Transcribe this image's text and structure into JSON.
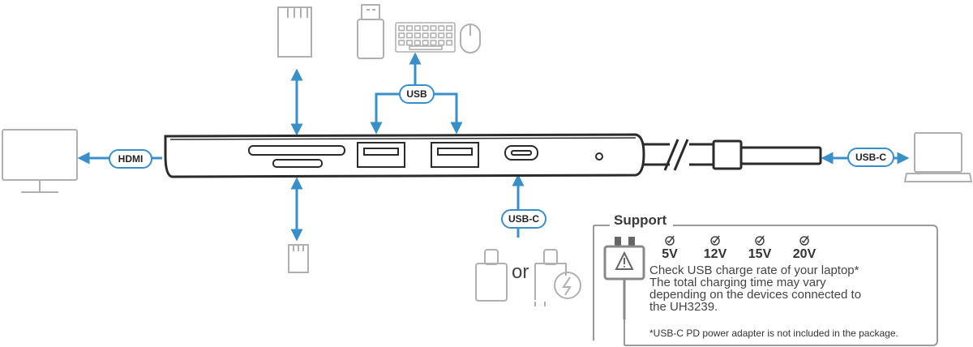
{
  "labels": {
    "hdmi": "HDMI",
    "usb": "USB",
    "usb_c_top": "USB-C",
    "usb_c_right": "USB-C",
    "or": "or"
  },
  "support": {
    "title": "Support",
    "voltages": [
      "5V",
      "12V",
      "15V",
      "20V"
    ],
    "note_lines": [
      "Check USB charge rate of your laptop*",
      "The total charging time may vary",
      "depending on the devices connected to",
      "the UH3239."
    ],
    "footnote": "*USB-C PD power adapter is not included in the package."
  },
  "colors": {
    "accent": "#3a8fc8",
    "device_outline": "#b8b8b8",
    "hub_outline": "#2b2b2b"
  },
  "icons": [
    "monitor-icon",
    "sd-card-icon",
    "micro-sd-card-icon",
    "usb-flash-drive-icon",
    "keyboard-icon",
    "mouse-icon",
    "laptop-icon",
    "usb-c-plug-icon",
    "usb-c-charger-icon",
    "power-adapter-icon",
    "check-icon"
  ]
}
